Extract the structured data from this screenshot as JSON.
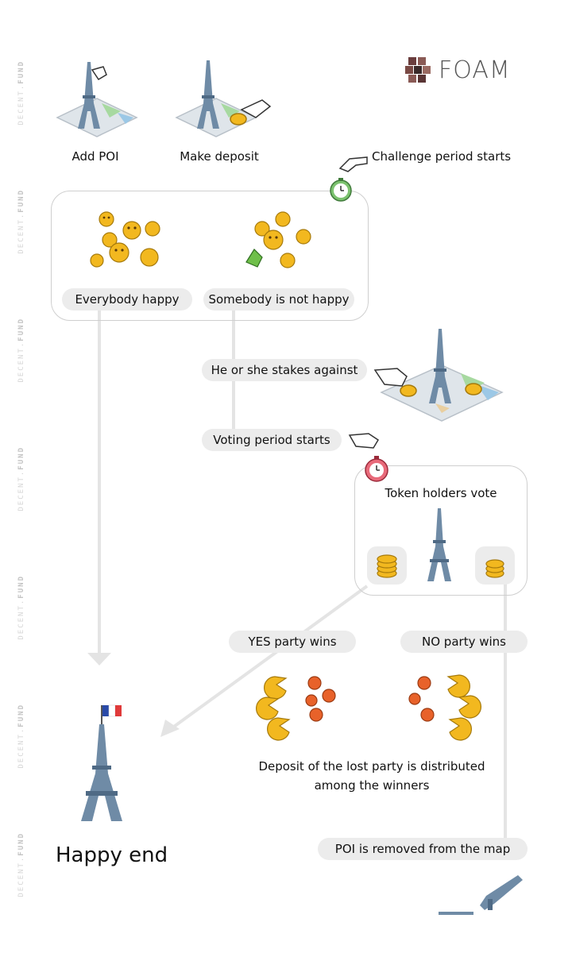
{
  "brand": {
    "name": "FOAM"
  },
  "watermark": {
    "prefix": "DECENT.",
    "suffix": "FUND"
  },
  "steps": {
    "add_poi": "Add POI",
    "make_deposit": "Make deposit",
    "challenge_starts": "Challenge period starts",
    "everybody_happy": "Everybody happy",
    "somebody_not_happy": "Somebody is not happy",
    "stakes_against": "He or she stakes against",
    "voting_starts": "Voting period starts",
    "token_holders_vote": "Token holders vote",
    "yes_wins": "YES party wins",
    "no_wins": "NO party wins",
    "deposit_distributed_1": "Deposit of the lost party is distributed",
    "deposit_distributed_2": "among the winners",
    "poi_removed": "POI is removed from the map",
    "happy_end": "Happy end"
  },
  "colors": {
    "line": "#e4e4e4",
    "pill": "#ececec",
    "smiley": "#f2b81f",
    "angry": "#e8622a",
    "tower": "#6f8ba6",
    "clock_green": "#7cc26f",
    "clock_red": "#e86a7a"
  }
}
